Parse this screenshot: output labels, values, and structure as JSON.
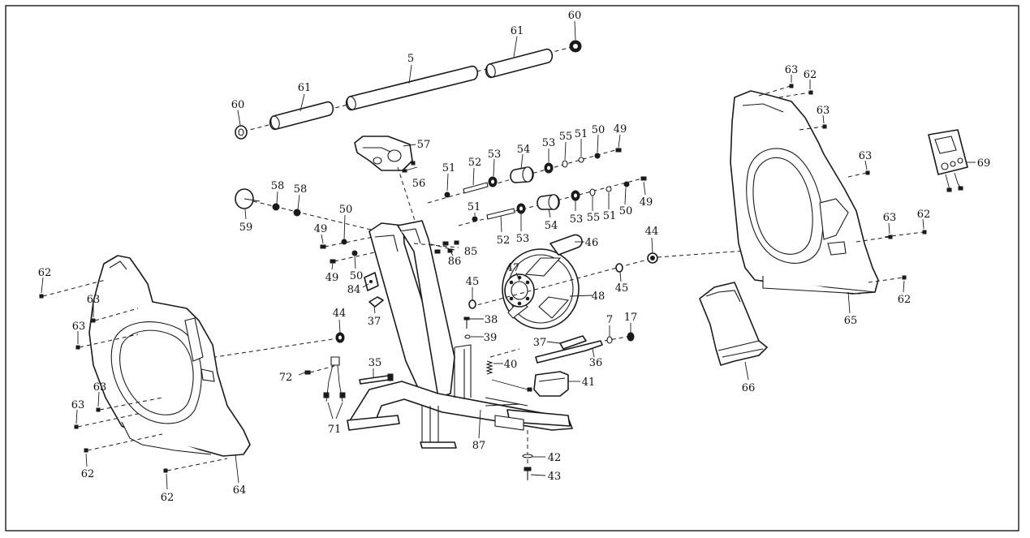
{
  "labels": {
    "l60a": "60",
    "l61a": "61",
    "l5": "5",
    "l61b": "61",
    "l60b": "60",
    "l57": "57",
    "l56": "56",
    "l51a": "51",
    "l52a": "52",
    "l53a": "53",
    "l54a": "54",
    "l53b": "53",
    "l55a": "55",
    "l51b": "51",
    "l50a": "50",
    "l49a": "49",
    "l51c": "51",
    "l52b": "52",
    "l53c": "53",
    "l54b": "54",
    "l53d": "53",
    "l55b": "55",
    "l51d": "51",
    "l50b": "50",
    "l49b": "49",
    "l59": "59",
    "l58a": "58",
    "l58b": "58",
    "l49c": "49",
    "l50c": "50",
    "l49d": "49",
    "l50d": "50",
    "l85": "85",
    "l86": "86",
    "l84": "84",
    "l37a": "37",
    "l46": "46",
    "l47": "47",
    "l48": "48",
    "l44a": "44",
    "l45a": "45",
    "l45b": "45",
    "l44b": "44",
    "l38": "38",
    "l39": "39",
    "l40": "40",
    "l35": "35",
    "l72": "72",
    "l71": "71",
    "l37b": "37",
    "l36": "36",
    "l7": "7",
    "l17": "17",
    "l41": "41",
    "l87": "87",
    "l42": "42",
    "l43": "43",
    "l62a": "62",
    "l63a": "63",
    "l63b": "63",
    "l63c": "63",
    "l63d": "63",
    "l62b": "62",
    "l62c": "62",
    "l64": "64",
    "l63e": "63",
    "l62d": "62",
    "l63f": "63",
    "l63g": "63",
    "l63h": "63",
    "l62e": "62",
    "l62f": "62",
    "l65": "65",
    "l66": "66",
    "l69": "69"
  }
}
